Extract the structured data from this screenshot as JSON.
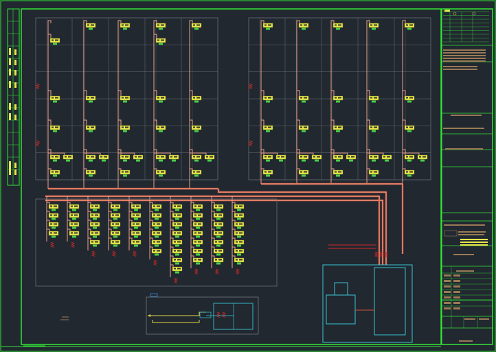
{
  "drawing": {
    "colors": {
      "background": "#212830",
      "frame": "#35e635",
      "grid": "#6b7078",
      "pipe": "#f0a38e",
      "pipe_dark": "#d2553c",
      "device_fill": "#e8e84a",
      "device_label": "#48d048",
      "cyan": "#39c6d4",
      "text_brown": "#9a7a55",
      "red": "#d42828",
      "yellow": "#e6d645",
      "blue": "#3a8ad8"
    },
    "icons": {
      "device": "rectangular-device-symbol",
      "valve": "zigzag-valve-symbol"
    },
    "panel_top_left": {
      "columns": 5,
      "rows": 6,
      "risers": 5
    },
    "panel_top_right": {
      "columns": 5,
      "rows": 6,
      "risers": 5
    },
    "panel_bottom": {
      "branches": 10
    }
  }
}
